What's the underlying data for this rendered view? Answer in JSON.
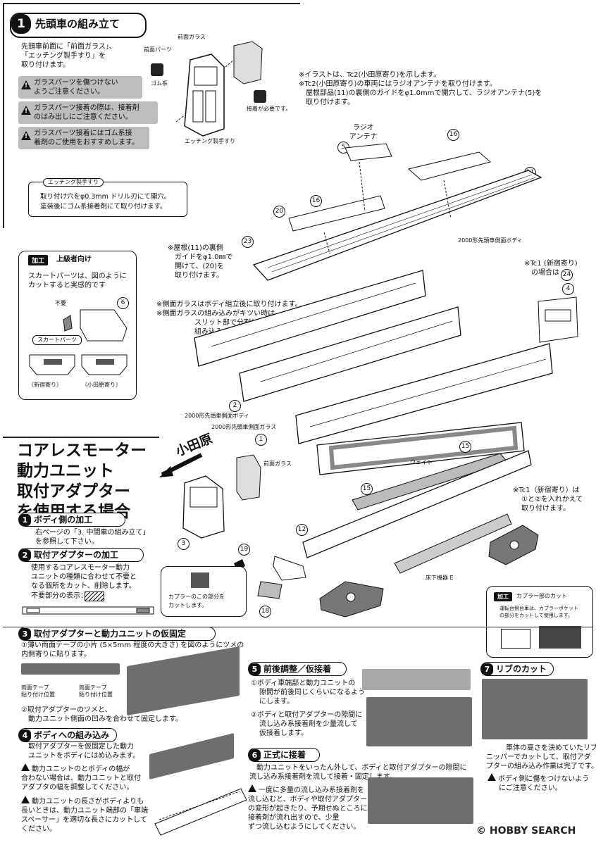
{
  "step1": {
    "num": "1",
    "title": "先頭車の組み立て",
    "intro": [
      "先頭車前面に「前面ガラス」、",
      "「エッチング製手すり」を",
      "取り付けます。"
    ],
    "warnings": [
      [
        "ガラスパーツを傷つけない",
        "ようご注意ください。"
      ],
      [
        "ガラスパーツ接着の際は、接着剤",
        "のはみ出しにご注意ください。"
      ],
      [
        "ガラスパーツ接着にはゴム系接",
        "着剤のご使用をおすすめします。"
      ]
    ],
    "labels": {
      "front_glass": "前面ガラス",
      "front_parts": "前面パーツ",
      "rubber": "ゴム系",
      "glue_needed": "接着が必要です。",
      "etching": "エッチング製手すり"
    },
    "etching_box": {
      "title": "エッチング製手すり",
      "lines": [
        "取り付け穴をφ0.3mm ドリル刃にて開穴。",
        "塗装後にゴム系接着剤にて取り付けます。"
      ]
    }
  },
  "notes_top": [
    "※イラストは、Tc2(小田原寄り)を示します。",
    "※Tc2(小田原寄り)の車両にはラジオアンテナを取り付けます。",
    "屋根部品(11)の裏側のガイドをφ1.0mmで開穴して、ラジオアンテナ(5)を",
    "取り付けます。"
  ],
  "parts": {
    "radio": [
      "ラジオ",
      "アンテナ"
    ],
    "p5": "5",
    "p16a": "16",
    "p16b": "16",
    "p11": "11",
    "p20": "20",
    "p23": "23",
    "p4": "4",
    "p6": "6",
    "p2": "2",
    "p1": "1",
    "p3": "3",
    "p12": "12",
    "p15a": "15",
    "p15b": "15",
    "p19": "19",
    "p18": "18",
    "p24": "24"
  },
  "roof_note": [
    "※屋根(11)の裏側",
    "ガイドをφ1.0㎜で",
    "開けて、(20)を",
    "取り付けます。"
  ],
  "side_body_label": "2000形先頭車側面ボディ",
  "tc1_note": [
    "※Tc1 (新宿寄り)",
    "の場合は"
  ],
  "side_glass_notes": [
    "※側面ガラスはボディ組立後に取り付けます。",
    "※側面ガラスの組み込みがキツい時は",
    "スリット部で分割してから",
    "組み込みます。"
  ],
  "label_side_body2": "2000形先頭車側面ボディ",
  "label_side_glass": "2000形先頭車側面ガラス",
  "advanced": {
    "tag": "加工",
    "title": "上級者向け",
    "lines": [
      "スカートパーツは、図のように",
      "カットすると実感的です"
    ],
    "unneeded": "不要",
    "skirt_title": "スカートパーツ",
    "shinjuku": "〔新宿寄り〕",
    "odawara": "〔小田原寄り〕"
  },
  "coreless": {
    "lines": [
      "コアレスモーター",
      "動力ユニット",
      "取付アダプター",
      "を使用する場合"
    ],
    "odawara_arrow": "小田原"
  },
  "sub1": {
    "num": "1",
    "title": "ボディ側の加工",
    "lines": [
      "右ページの「3. 中間車の組み立て」",
      "を参照して下さい。"
    ]
  },
  "sub2": {
    "num": "2",
    "title": "取付アダプターの加工",
    "lines": [
      "使用するコアレスモーター動力",
      "ユニットの種類に合わせて不要と",
      "なる個所をカット、削除します。"
    ],
    "unneeded_display": "不要部分の表示："
  },
  "front_glass2": "前面ガラス",
  "weight": "ウェイト",
  "floor_equipment": "床下機器 E",
  "tc1_right": [
    "※Tc1（新宿寄り）は",
    "①と②を入れかえて",
    "取り付けます。"
  ],
  "coupler_cut_left": [
    "カプラーのこの部分を",
    "カットします。"
  ],
  "coupler_box": {
    "tag": "加工",
    "title": "カプラー部のカット",
    "lines": [
      "運転台側台車は、カプラーポケット",
      "の部分をカットして使用します。"
    ]
  },
  "sub3": {
    "num": "3",
    "title": "取付アダプターと動力ユニットの仮固定",
    "lines": [
      "①薄い両面テープの小片 (5×5mm 程度の大きさ) を図のようにツメの",
      "内側寄りに貼ります。"
    ],
    "tape1": [
      "両面テープ",
      "貼り付け位置"
    ],
    "tape2": [
      "両面テープ",
      "貼り付け位置"
    ],
    "line2": [
      "②取付アダプターのツメと、",
      "動力ユニット側面の凹みを合わせて固定します。"
    ]
  },
  "sub4": {
    "num": "4",
    "title": "ボディへの組み込み",
    "lines": [
      "取付アダプターを仮固定した動力",
      "ユニットをボディにはめ込みます。"
    ],
    "warn1": [
      "動力ユニットのとボディの幅が",
      "合わない場合は、動力ユニットと取付",
      "アダプタの幅を調整してください。"
    ],
    "warn2": [
      "動力ユニットの長さがボディよりも",
      "長いときは、動力ユニット端部の「車端",
      "スペーサー」を適切な長さにカットして",
      "ください。"
    ]
  },
  "sub5": {
    "num": "5",
    "title": "前後調整／仮接着",
    "lines": [
      "①ボディ車端部と動力ユニットの",
      "隙間が前後同じくらいになるよう",
      "にします。",
      "②ボディと取付アダプターの隙間に",
      "流し込み系接着剤を少量流して",
      "仮接着します。"
    ]
  },
  "sub6": {
    "num": "6",
    "title": "正式に接着",
    "lines": [
      "動力ユニットをいったん外して、ボディと取付アダプターの隙間に",
      "流し込み系接着剤を流して接着・固定します。"
    ],
    "warn": [
      "一度に多量の流し込み系接着剤を",
      "流し込むと、ボディや取付アダプター",
      "の変形が起きたり、予期せぬところに",
      "接着剤が流れ出すので、少量",
      "ずつ流し込むようにしてください。"
    ]
  },
  "sub7": {
    "num": "7",
    "title": "リブのカット",
    "lines": [
      "車体の高さを決めていたリブを",
      "ニッパーでカットして、取付アダ",
      "プターの組み込み作業は完了です。"
    ],
    "warn": [
      "ボディ側に傷をつけないよう",
      "にご注意ください。"
    ]
  },
  "watermark": "© HOBBY SEARCH"
}
